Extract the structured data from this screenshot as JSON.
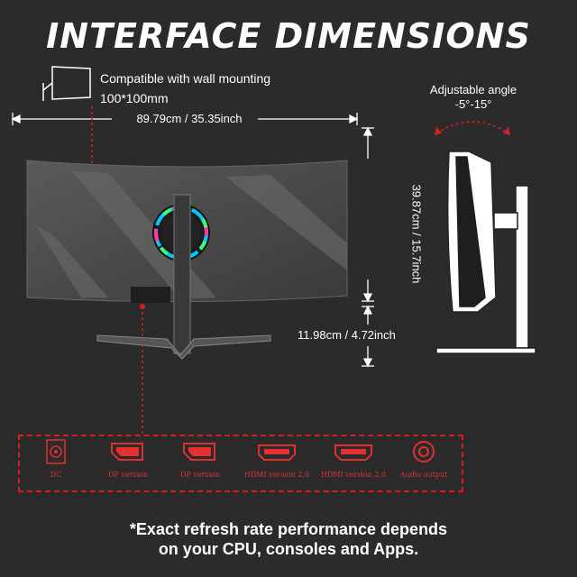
{
  "title": "INTERFACE DIMENSIONS",
  "wall_mount": {
    "line1": "Compatible with wall mounting",
    "line2": "100*100mm",
    "icon": "wall-mount-icon"
  },
  "adjustable": {
    "line1": "Adjustable angle",
    "line2": "-5°-15°"
  },
  "dimensions": {
    "width": "89.79cm / 35.35inch",
    "height": "39.87cm / 15.7inch",
    "stand": "11.98cm / 4.72inch"
  },
  "ports": [
    {
      "label": "DC",
      "icon": "dc-port-icon"
    },
    {
      "label": "DP version",
      "icon": "displayport-icon"
    },
    {
      "label": "DP version",
      "icon": "displayport-icon"
    },
    {
      "label": "HDMI version 2.0",
      "icon": "hdmi-port-icon"
    },
    {
      "label": "HDMI version 2.0",
      "icon": "hdmi-port-icon"
    },
    {
      "label": "Audio output",
      "icon": "audio-port-icon"
    }
  ],
  "note": {
    "line1": "*Exact refresh rate performance depends",
    "line2": "on your CPU, consoles and Apps."
  },
  "colors": {
    "accent": "#d21f1f",
    "background": "#2b2b2b",
    "text": "#ffffff"
  }
}
